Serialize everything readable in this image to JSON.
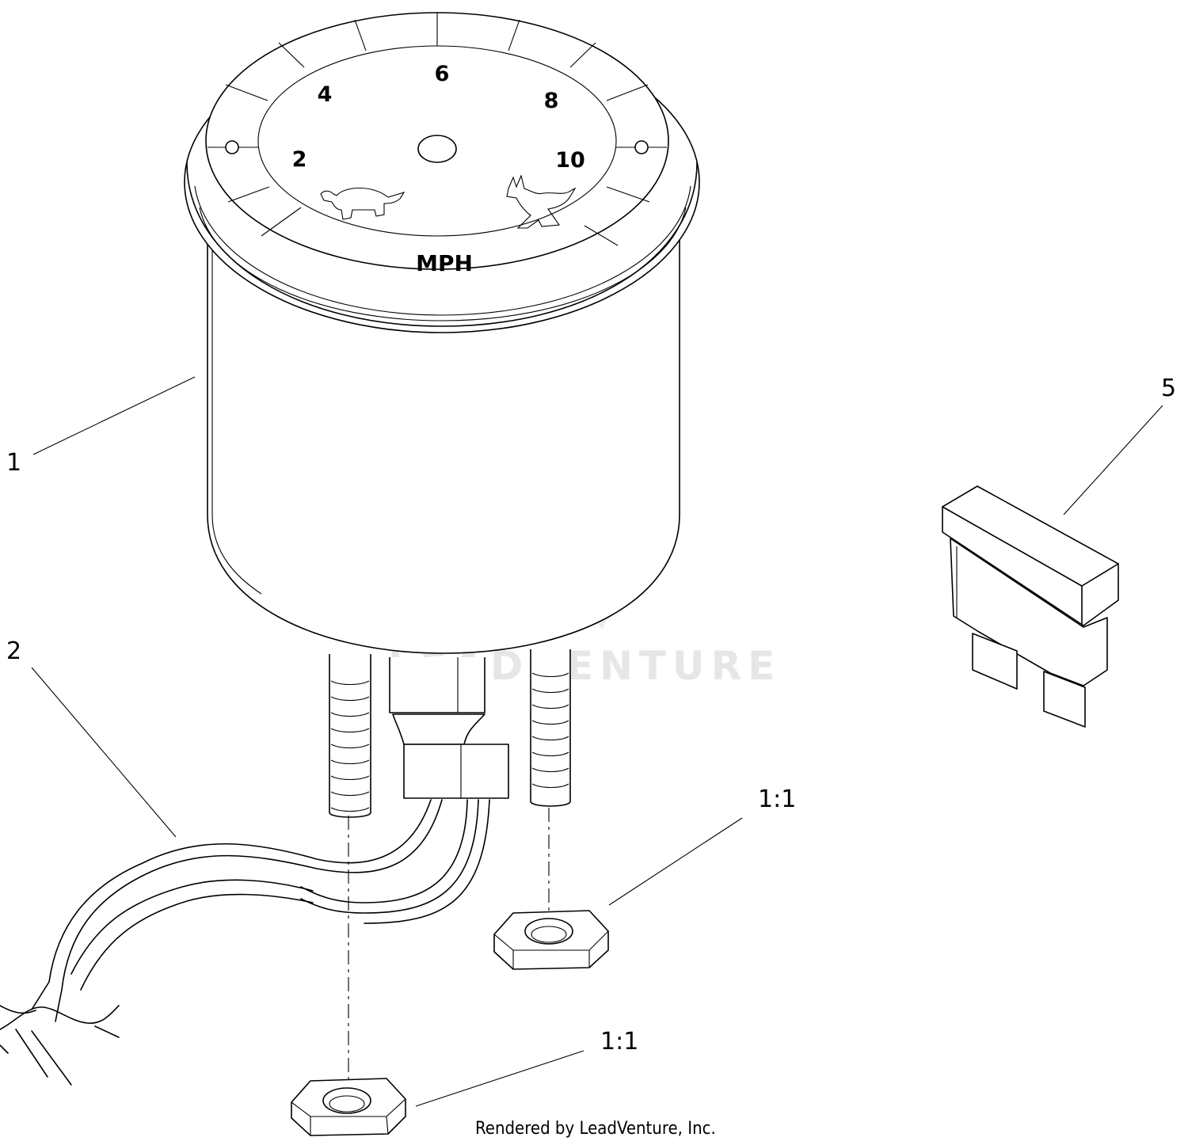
{
  "diagram": {
    "callouts": {
      "c1": "1",
      "c2": "2",
      "c5": "5",
      "c1_1a": "1:1",
      "c1_1b": "1:1"
    },
    "gauge": {
      "scale": [
        "2",
        "4",
        "6",
        "8",
        "10"
      ],
      "unit": "MPH",
      "slow_icon": "turtle-icon",
      "fast_icon": "rabbit-icon"
    },
    "watermark": "LEADVENTURE",
    "credit": "Rendered by LeadVenture, Inc."
  }
}
